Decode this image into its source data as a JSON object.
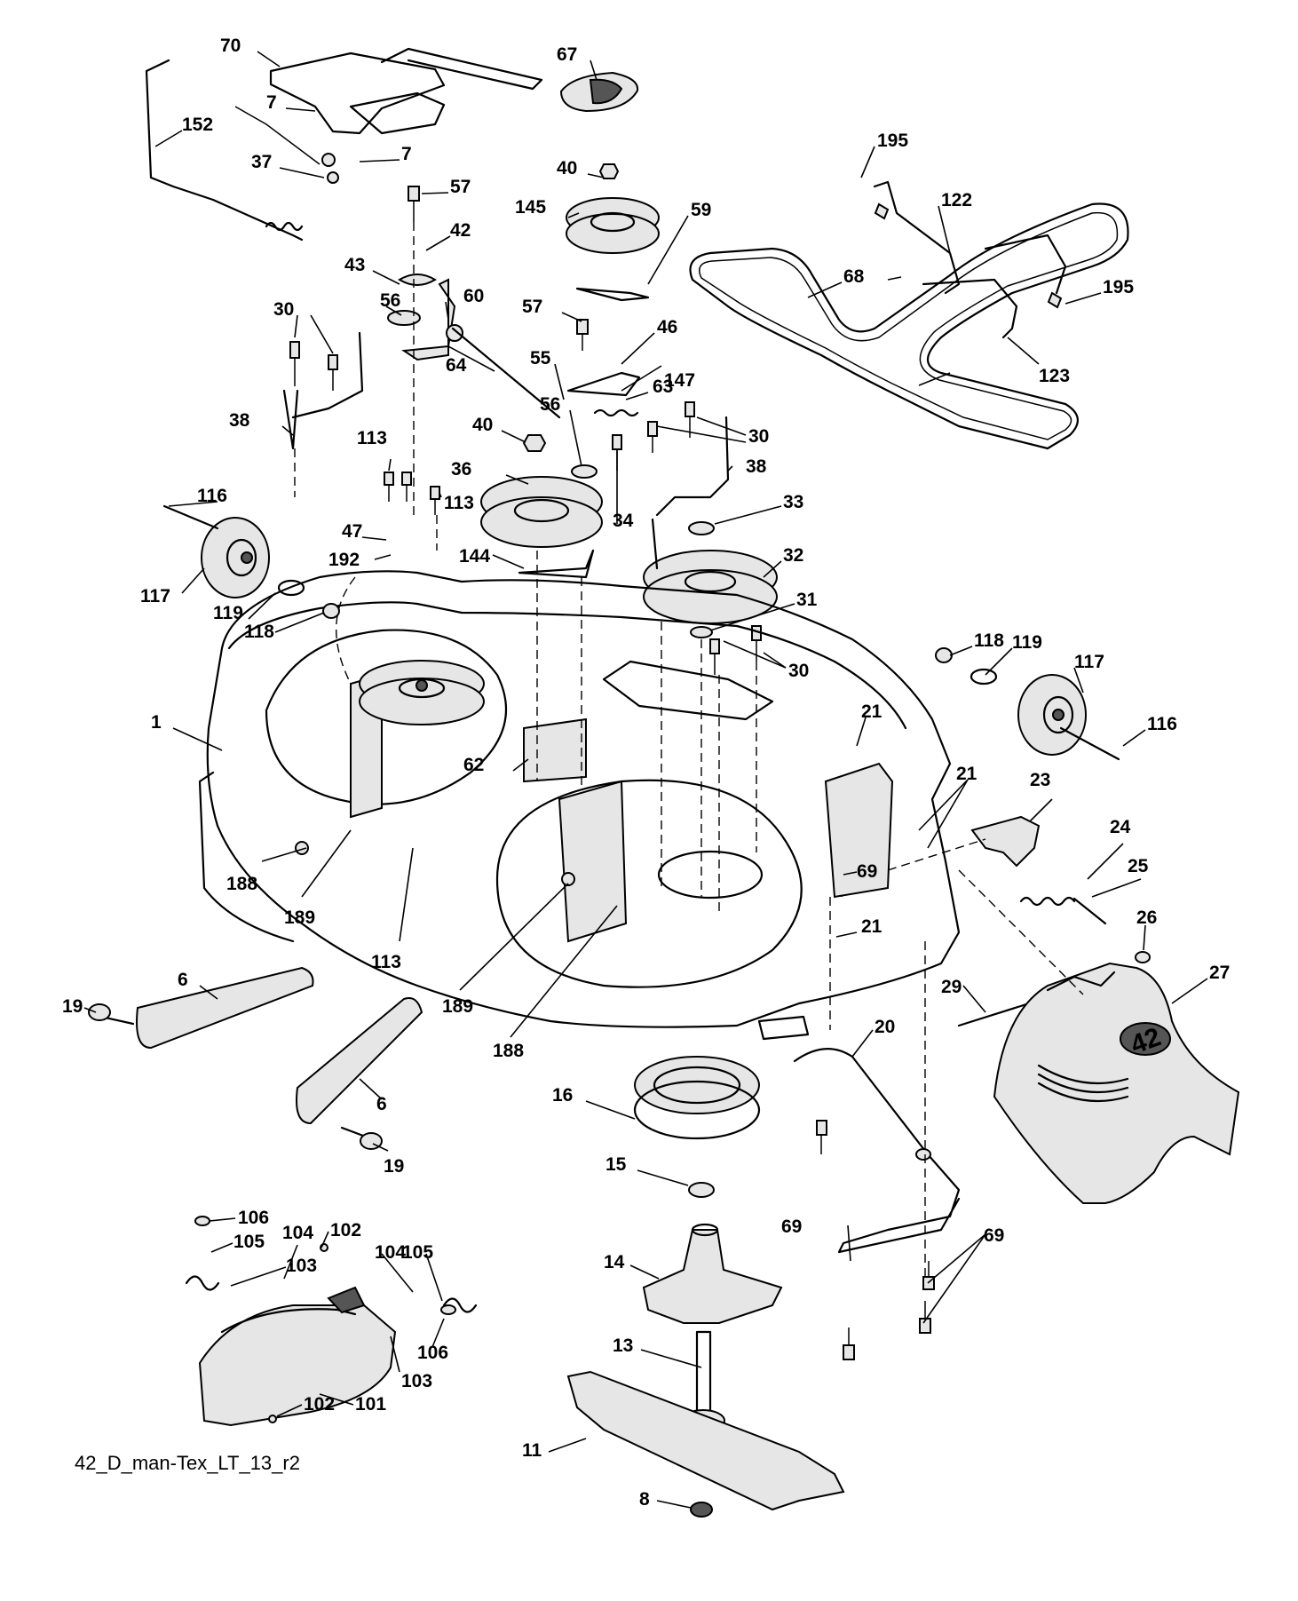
{
  "footer": {
    "drawing_id": "42_D_man-Tex_LT_13_r2"
  },
  "decals": {
    "deflector_mark": "42"
  },
  "callouts": [
    {
      "id": "c70",
      "text": "70"
    },
    {
      "id": "c67",
      "text": "67"
    },
    {
      "id": "c7a",
      "text": "7"
    },
    {
      "id": "c152",
      "text": "152"
    },
    {
      "id": "c7b",
      "text": "7"
    },
    {
      "id": "c37",
      "text": "37"
    },
    {
      "id": "c57a",
      "text": "57"
    },
    {
      "id": "c40a",
      "text": "40"
    },
    {
      "id": "c195a",
      "text": "195"
    },
    {
      "id": "c145",
      "text": "145"
    },
    {
      "id": "c122",
      "text": "122"
    },
    {
      "id": "c42",
      "text": "42"
    },
    {
      "id": "c59",
      "text": "59"
    },
    {
      "id": "c43",
      "text": "43"
    },
    {
      "id": "c60",
      "text": "60"
    },
    {
      "id": "c68",
      "text": "68"
    },
    {
      "id": "c195b",
      "text": "195"
    },
    {
      "id": "c30a",
      "text": "30"
    },
    {
      "id": "c56a",
      "text": "56"
    },
    {
      "id": "c57b",
      "text": "57"
    },
    {
      "id": "c46",
      "text": "46"
    },
    {
      "id": "c64",
      "text": "64"
    },
    {
      "id": "c55",
      "text": "55"
    },
    {
      "id": "c63",
      "text": "63"
    },
    {
      "id": "c123",
      "text": "123"
    },
    {
      "id": "c147",
      "text": "147"
    },
    {
      "id": "c38a",
      "text": "38"
    },
    {
      "id": "c40b",
      "text": "40"
    },
    {
      "id": "c56b",
      "text": "56"
    },
    {
      "id": "c30b",
      "text": "30"
    },
    {
      "id": "c113a",
      "text": "113"
    },
    {
      "id": "c38b",
      "text": "38"
    },
    {
      "id": "c36",
      "text": "36"
    },
    {
      "id": "c116a",
      "text": "116"
    },
    {
      "id": "c113b",
      "text": "113"
    },
    {
      "id": "c33",
      "text": "33"
    },
    {
      "id": "c34",
      "text": "34"
    },
    {
      "id": "c47",
      "text": "47"
    },
    {
      "id": "c144",
      "text": "144"
    },
    {
      "id": "c192",
      "text": "192"
    },
    {
      "id": "c32",
      "text": "32"
    },
    {
      "id": "c117a",
      "text": "117"
    },
    {
      "id": "c119a",
      "text": "119"
    },
    {
      "id": "c31",
      "text": "31"
    },
    {
      "id": "c118a",
      "text": "118"
    },
    {
      "id": "c118b",
      "text": "118"
    },
    {
      "id": "c119b",
      "text": "119"
    },
    {
      "id": "c117b",
      "text": "117"
    },
    {
      "id": "c30c",
      "text": "30"
    },
    {
      "id": "c21a",
      "text": "21"
    },
    {
      "id": "c1",
      "text": "1"
    },
    {
      "id": "c116b",
      "text": "116"
    },
    {
      "id": "c62",
      "text": "62"
    },
    {
      "id": "c21b",
      "text": "21"
    },
    {
      "id": "c23",
      "text": "23"
    },
    {
      "id": "c24",
      "text": "24"
    },
    {
      "id": "c25",
      "text": "25"
    },
    {
      "id": "c69a",
      "text": "69"
    },
    {
      "id": "c188a",
      "text": "188"
    },
    {
      "id": "c189a",
      "text": "189"
    },
    {
      "id": "c21c",
      "text": "21"
    },
    {
      "id": "c26",
      "text": "26"
    },
    {
      "id": "c113c",
      "text": "113"
    },
    {
      "id": "c27",
      "text": "27"
    },
    {
      "id": "c6a",
      "text": "6"
    },
    {
      "id": "c189b",
      "text": "189"
    },
    {
      "id": "c29",
      "text": "29"
    },
    {
      "id": "c19a",
      "text": "19"
    },
    {
      "id": "c188b",
      "text": "188"
    },
    {
      "id": "c20",
      "text": "20"
    },
    {
      "id": "c6b",
      "text": "6"
    },
    {
      "id": "c16",
      "text": "16"
    },
    {
      "id": "c19b",
      "text": "19"
    },
    {
      "id": "c15",
      "text": "15"
    },
    {
      "id": "c106a",
      "text": "106"
    },
    {
      "id": "c69b",
      "text": "69"
    },
    {
      "id": "c69c",
      "text": "69"
    },
    {
      "id": "c105a",
      "text": "105"
    },
    {
      "id": "c104a",
      "text": "104"
    },
    {
      "id": "c102a",
      "text": "102"
    },
    {
      "id": "c104b",
      "text": "104"
    },
    {
      "id": "c105b",
      "text": "105"
    },
    {
      "id": "c103a",
      "text": "103"
    },
    {
      "id": "c14",
      "text": "14"
    },
    {
      "id": "c106b",
      "text": "106"
    },
    {
      "id": "c103b",
      "text": "103"
    },
    {
      "id": "c13",
      "text": "13"
    },
    {
      "id": "c102b",
      "text": "102"
    },
    {
      "id": "c101",
      "text": "101"
    },
    {
      "id": "c11",
      "text": "11"
    },
    {
      "id": "c8",
      "text": "8"
    }
  ]
}
